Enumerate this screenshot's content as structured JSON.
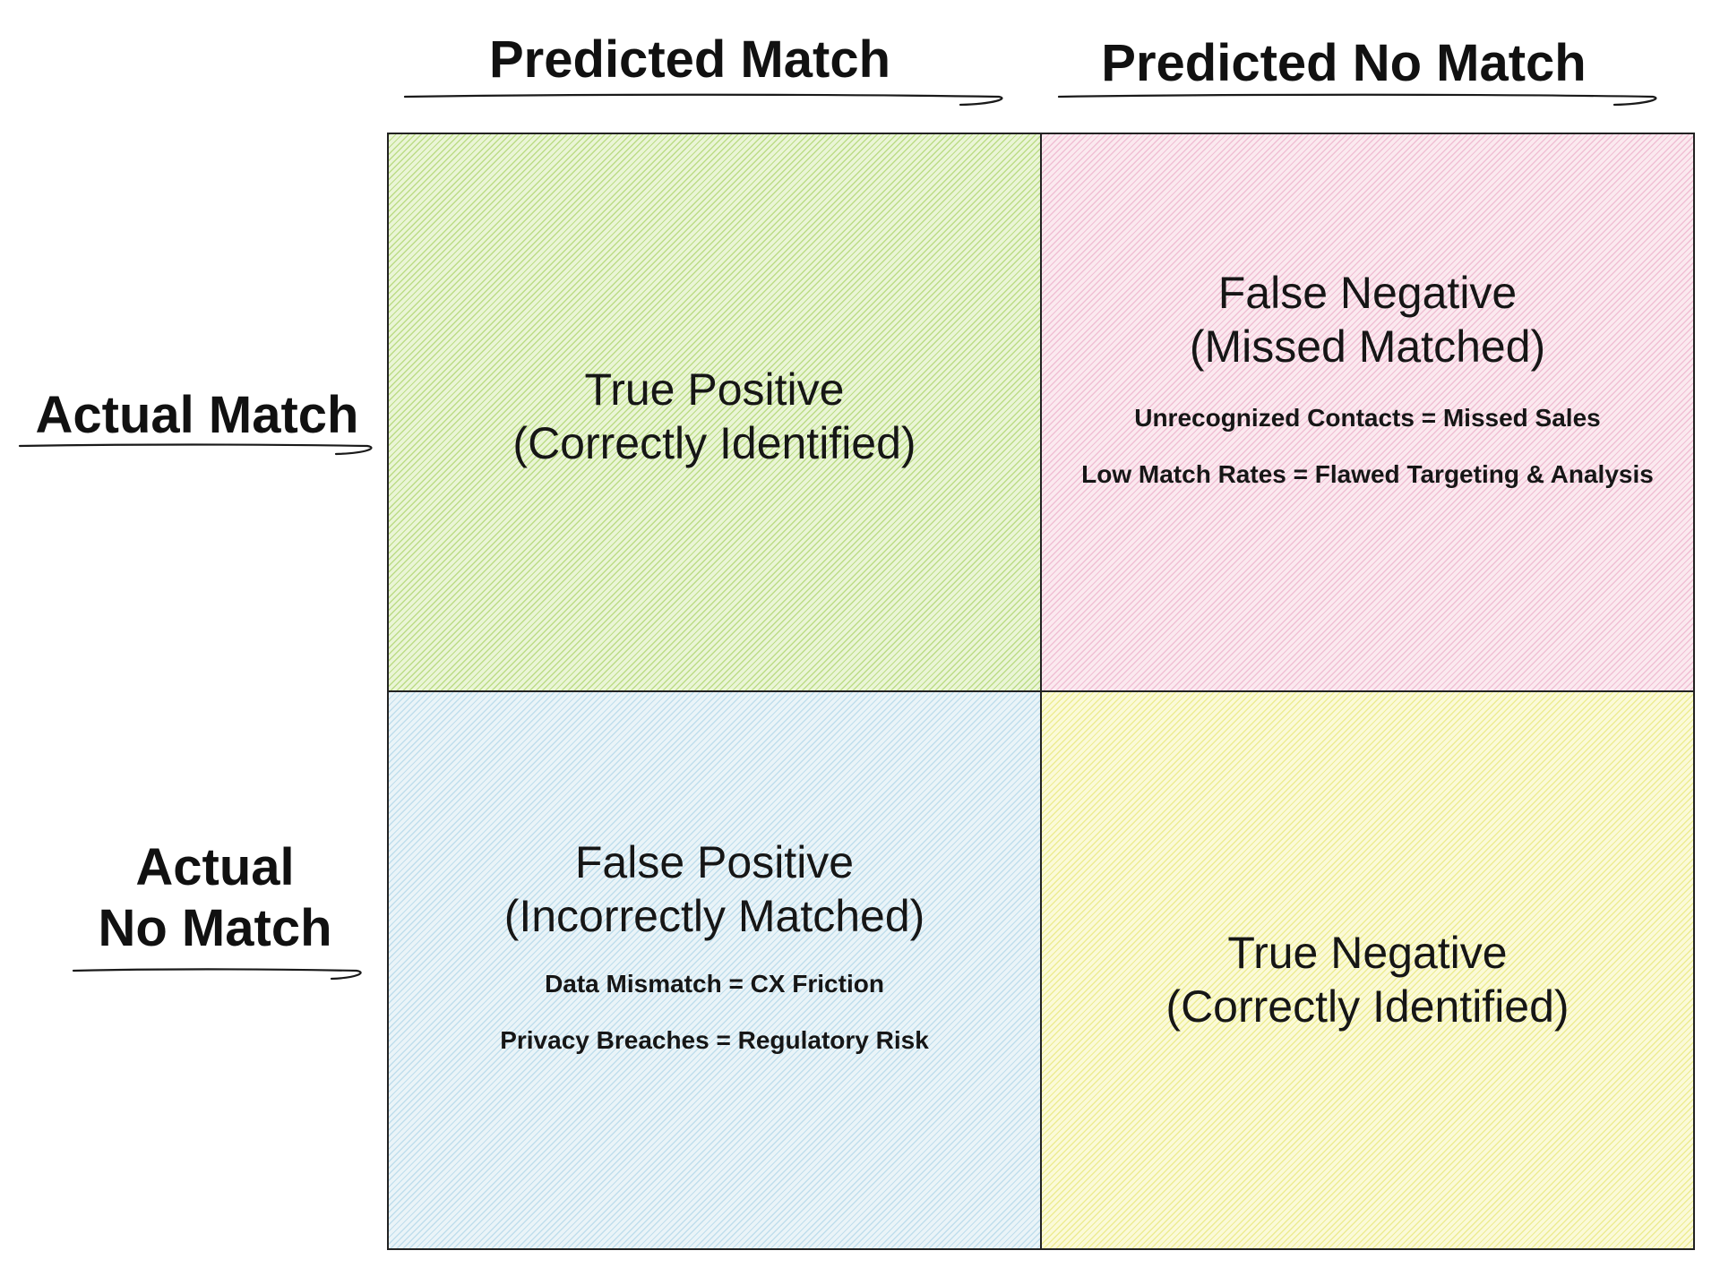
{
  "columns": {
    "predicted_match": "Predicted Match",
    "predicted_no_match": "Predicted No Match"
  },
  "rows": {
    "actual_match": "Actual Match",
    "actual_no_match_line1": "Actual",
    "actual_no_match_line2": "No Match"
  },
  "cells": {
    "true_positive": {
      "title": "True Positive",
      "subtitle": "(Correctly Identified)",
      "color": "#eaf5d6"
    },
    "false_negative": {
      "title": "False Negative",
      "subtitle": "(Missed Matched)",
      "notes": [
        "Unrecognized Contacts = Missed Sales",
        "Low Match Rates = Flawed Targeting & Analysis"
      ],
      "color": "#fbe9ef"
    },
    "false_positive": {
      "title": "False Positive",
      "subtitle": "(Incorrectly Matched)",
      "notes": [
        "Data Mismatch = CX Friction",
        "Privacy Breaches = Regulatory Risk"
      ],
      "color": "#eaf4f8"
    },
    "true_negative": {
      "title": "True Negative",
      "subtitle": "(Correctly Identified)",
      "color": "#fbfad8"
    }
  }
}
